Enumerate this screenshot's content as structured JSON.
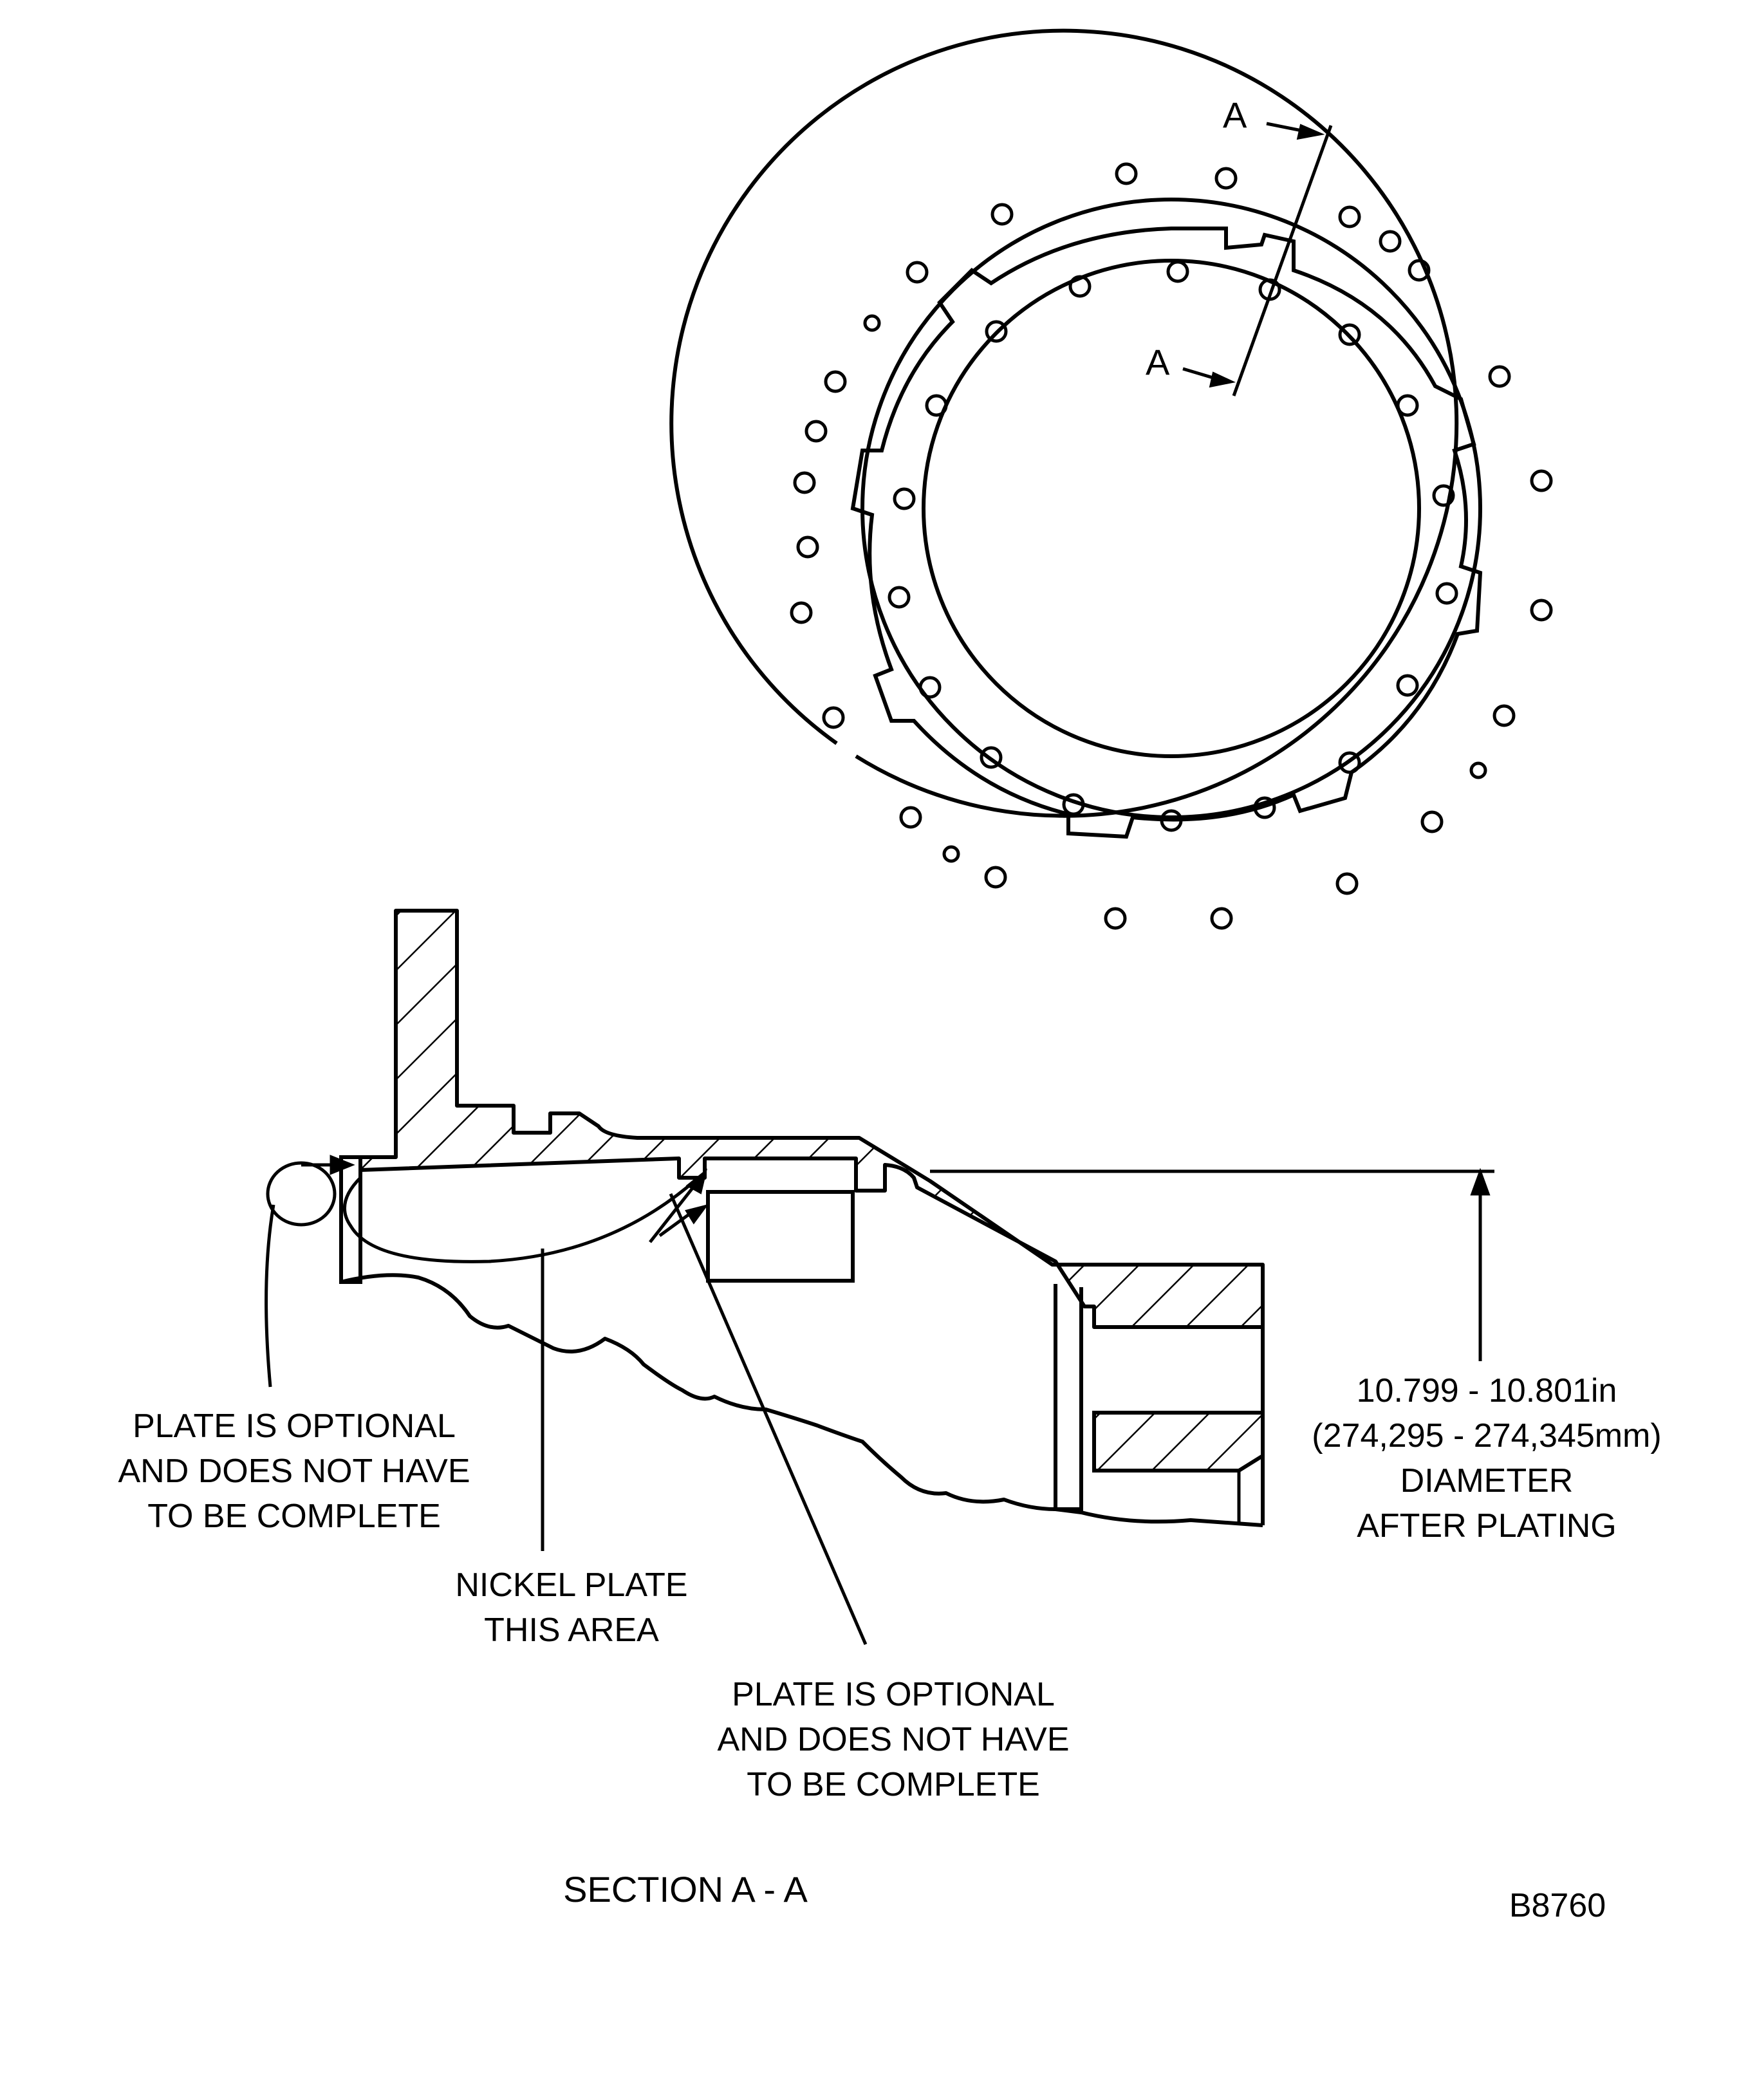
{
  "figure_id": "B8760",
  "section_title": "SECTION A - A",
  "cut_marker": {
    "top": "A",
    "bottom": "A"
  },
  "callouts": {
    "plate_optional_left": [
      "PLATE IS OPTIONAL",
      "AND DOES NOT HAVE",
      "TO BE COMPLETE"
    ],
    "nickel_plate": [
      "NICKEL PLATE",
      "THIS AREA"
    ],
    "plate_optional_center": [
      "PLATE IS OPTIONAL",
      "AND DOES NOT HAVE",
      "TO BE COMPLETE"
    ],
    "diameter": [
      "10.799 - 10.801in",
      "(274,295 - 274,345mm)",
      "DIAMETER",
      "AFTER PLATING"
    ]
  },
  "colors": {
    "line": "#000000",
    "background": "#ffffff"
  }
}
